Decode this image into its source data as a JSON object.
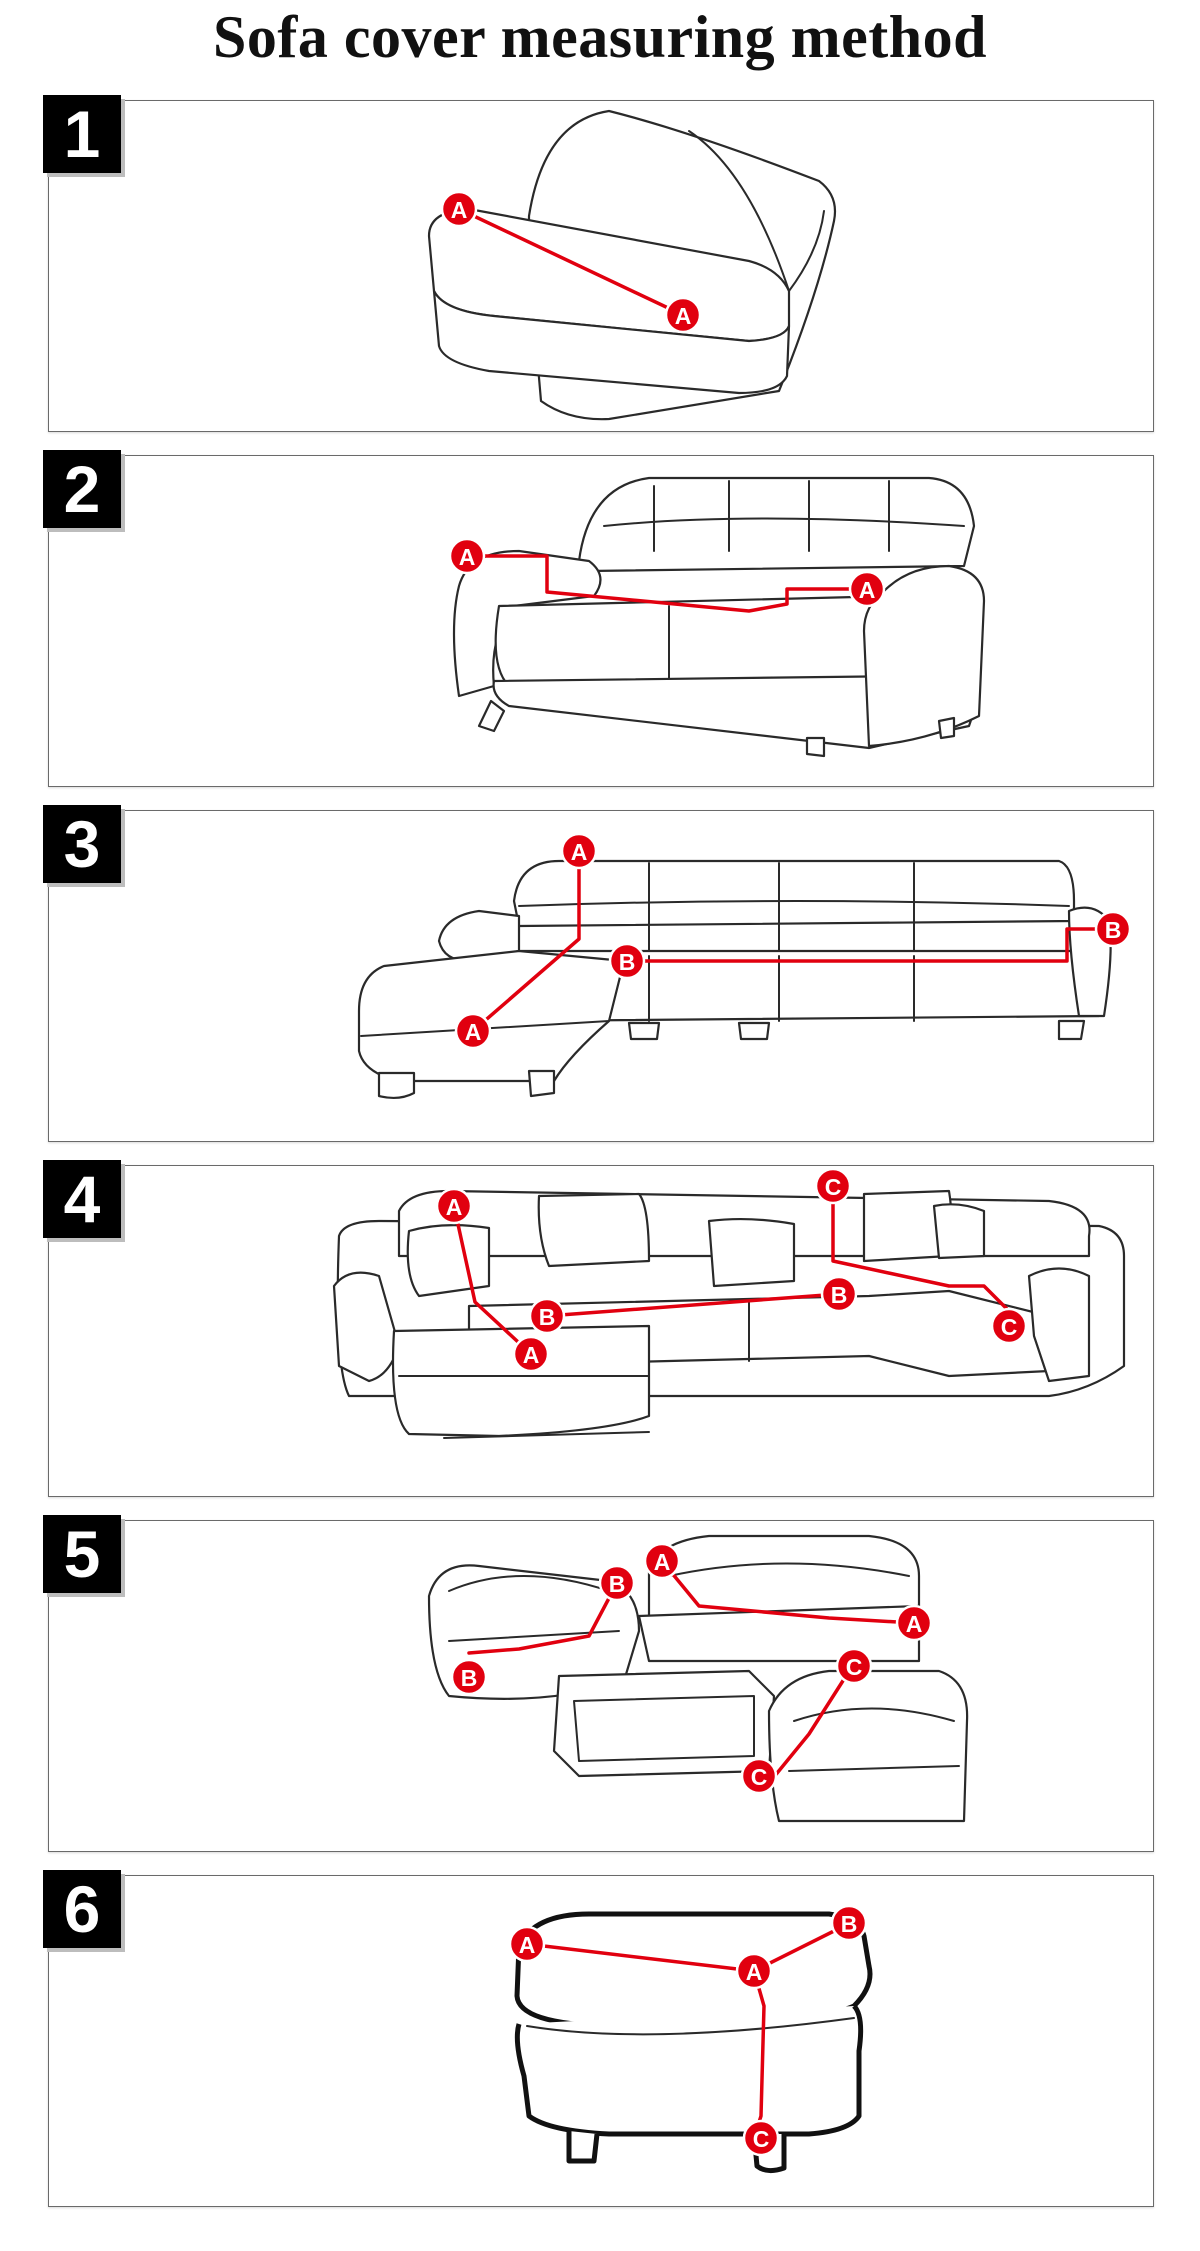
{
  "title": "Sofa cover measuring method",
  "panels": [
    {
      "number": "1",
      "markers": [
        "A",
        "A"
      ]
    },
    {
      "number": "2",
      "markers": [
        "A",
        "A"
      ]
    },
    {
      "number": "3",
      "markers": [
        "A",
        "A",
        "B",
        "B"
      ]
    },
    {
      "number": "4",
      "markers": [
        "A",
        "A",
        "B",
        "B",
        "C",
        "C"
      ]
    },
    {
      "number": "5",
      "markers": [
        "A",
        "A",
        "B",
        "B",
        "C",
        "C"
      ]
    },
    {
      "number": "6",
      "markers": [
        "A",
        "A",
        "B",
        "C"
      ]
    }
  ],
  "colors": {
    "accent": "#e1000f",
    "number_box": "#000000",
    "border": "#6a6a6a"
  }
}
